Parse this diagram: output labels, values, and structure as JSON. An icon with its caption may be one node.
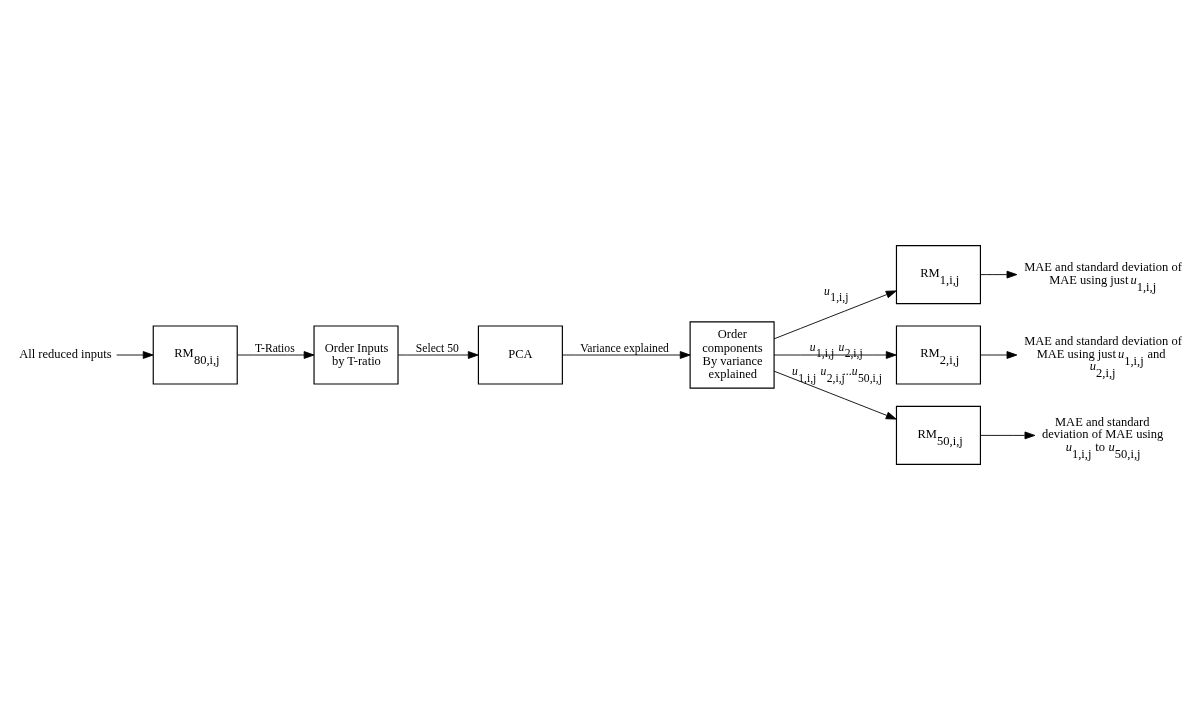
{
  "diagram": {
    "nodes": [
      {
        "text": [
          "All reduced inputs"
        ]
      },
      {
        "text": [
          "RM$_{80,i,j}$"
        ]
      },
      {
        "text": [
          "Order Inputs by T-ratio"
        ]
      },
      {
        "text": [
          "PCA"
        ]
      },
      {
        "text": [
          "Order components By variance explained"
        ]
      },
      {
        "text": [
          "RM$_{1,i,j}$"
        ]
      },
      {
        "text": [
          "RM$_{2,i,j}$"
        ]
      },
      {
        "text": [
          "RM$_{50,i,j}$"
        ]
      },
      {
        "text": [
          "MAE and standard deviation of MAE using just *u*$_{1,i,j}$"
        ]
      },
      {
        "text": [
          "MAE and standard deviation of MAE using just *u*$_{1,i,j}$ and *u*$_{2,i,j}$"
        ]
      },
      {
        "text": [
          "MAE and standard deviation of MAE using *u*$_{1,i,j}$ to *u*$_{50,i,j}$"
        ]
      }
    ],
    "edges": [
      {
        "from": 0,
        "to": 1,
        "arrow": "to"
      },
      {
        "from": 1,
        "to": 2,
        "arrow": "to",
        "label": "T-Ratios"
      },
      {
        "from": 2,
        "to": 3,
        "arrow": "to",
        "label": "Select 50"
      },
      {
        "from": 3,
        "to": 4,
        "arrow": "to",
        "label": "Variance explained"
      },
      {
        "from": 4,
        "to": 5,
        "arrow": "to",
        "label": "*u*$_{1,i,j}$"
      },
      {
        "from": 4,
        "to": 6,
        "arrow": "to",
        "label": "*u*$_{1,i,j}$ *u*$_{2,i,j}$"
      },
      {
        "from": 4,
        "to": 7,
        "arrow": "to",
        "label": "*u*$_{1,i,j}$ *u*$_{2,i,j}$...*u*$_{50,i,j}$"
      },
      {
        "from": 5,
        "to": 8,
        "arrow": "to"
      },
      {
        "from": 6,
        "to": 9,
        "arrow": "to"
      },
      {
        "from": 7,
        "to": 10,
        "arrow": "to"
      }
    ]
  }
}
